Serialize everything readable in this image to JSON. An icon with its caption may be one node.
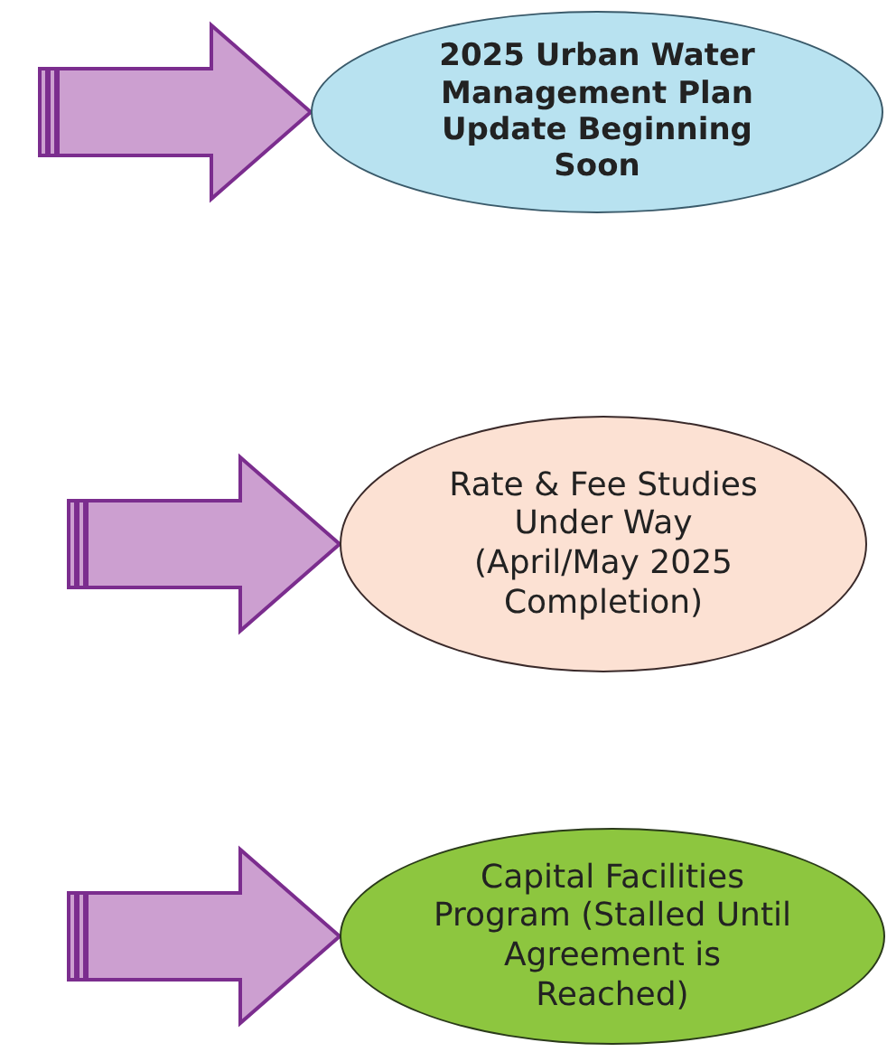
{
  "diagram": {
    "nodes": [
      {
        "text": [
          "2025 Urban Water Management Plan Update Beginning Soon"
        ]
      },
      {
        "text": [
          "Rate & Fee Studies Under Way (April/May 2025 Completion)"
        ]
      },
      {
        "text": [
          "Capital Facilities Program (Stalled Until Agreement is Reached)"
        ]
      }
    ],
    "edges": [
      {
        "from": null,
        "to": 0,
        "arrow": "to"
      },
      {
        "from": null,
        "to": 1,
        "arrow": "to"
      },
      {
        "from": null,
        "to": 2,
        "arrow": "to"
      }
    ]
  }
}
